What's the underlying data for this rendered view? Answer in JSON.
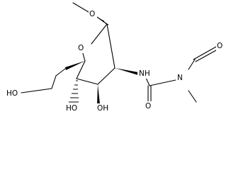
{
  "molecule": {
    "atoms": {
      "ring_oxygen": "O",
      "amine_nitrogen": "NH",
      "urea_nitrogen": "N",
      "nitroso_oxygen": "O",
      "carbonyl_oxygen": "O",
      "hydroxymethyl_oh": "HO",
      "c4_hydroxyl": "HO",
      "c3_hydroxyl": "OH"
    }
  }
}
